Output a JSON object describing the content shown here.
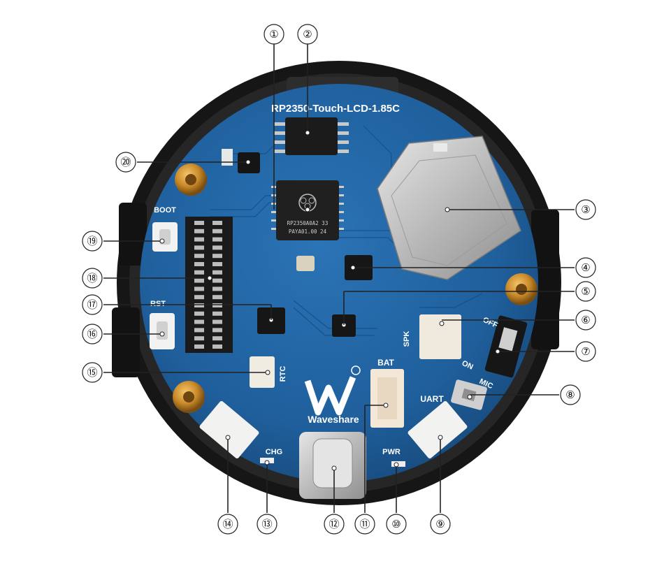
{
  "board": {
    "name": "RP2350-Touch-LCD-1.85C",
    "brand": "Waveshare",
    "chip_marking_1": "RP2350A0A2 33",
    "chip_marking_2": "PAYA01.00 24",
    "labels": {
      "boot": "BOOT",
      "rst": "RST",
      "rtc": "RTC",
      "bat": "BAT",
      "uart": "UART",
      "spk": "SPK",
      "mic": "MIC",
      "chg": "CHG",
      "pwr": "PWR",
      "off": "OFF",
      "on": "ON"
    }
  },
  "callouts": [
    {
      "id": 1,
      "label": "①",
      "part": "rp2350-mcu"
    },
    {
      "id": 2,
      "label": "②",
      "part": "flash-chip"
    },
    {
      "id": 3,
      "label": "③",
      "part": "tf-card-slot"
    },
    {
      "id": 4,
      "label": "④",
      "part": "audio-chip"
    },
    {
      "id": 5,
      "label": "⑤",
      "part": "imu-chip"
    },
    {
      "id": 6,
      "label": "⑥",
      "part": "speaker-header"
    },
    {
      "id": 7,
      "label": "⑦",
      "part": "power-switch"
    },
    {
      "id": 8,
      "label": "⑧",
      "part": "microphone"
    },
    {
      "id": 9,
      "label": "⑨",
      "part": "uart-header"
    },
    {
      "id": 10,
      "label": "⑩",
      "part": "power-led"
    },
    {
      "id": 11,
      "label": "⑪",
      "part": "battery-header"
    },
    {
      "id": 12,
      "label": "⑫",
      "part": "usb-c-port"
    },
    {
      "id": 13,
      "label": "⑬",
      "part": "charge-led"
    },
    {
      "id": 14,
      "label": "⑭",
      "part": "i2c-header"
    },
    {
      "id": 15,
      "label": "⑮",
      "part": "rtc-battery-header"
    },
    {
      "id": 16,
      "label": "⑯",
      "part": "reset-button"
    },
    {
      "id": 17,
      "label": "⑰",
      "part": "rtc-chip"
    },
    {
      "id": 18,
      "label": "⑱",
      "part": "gpio-pin-header"
    },
    {
      "id": 19,
      "label": "⑲",
      "part": "boot-button"
    },
    {
      "id": 20,
      "label": "⑳",
      "part": "ldo-regulator"
    }
  ],
  "colors": {
    "pcb": "#1f5f9c",
    "enclosure": "#1a1a1a",
    "callout_line": "#222222"
  }
}
